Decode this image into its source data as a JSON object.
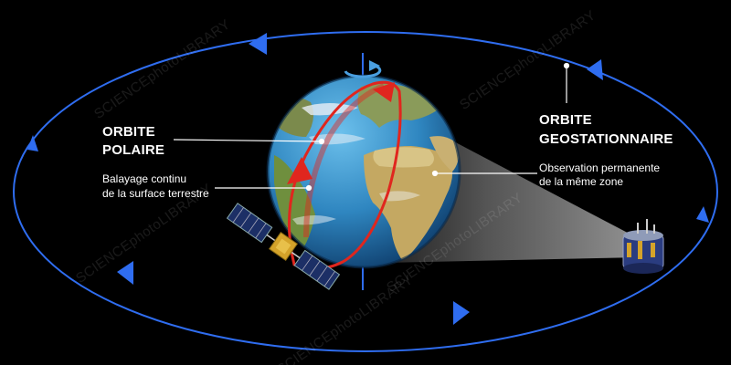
{
  "polar_orbit": {
    "title_line1": "ORBITE",
    "title_line2": "POLAIRE",
    "desc_line1": "Balayage continu",
    "desc_line2": "de la surface terrestre"
  },
  "geo_orbit": {
    "title_line1": "ORBITE",
    "title_line2": "GEOSTATIONNAIRE",
    "desc_line1": "Observation permanente",
    "desc_line2": "de la même zone"
  },
  "watermark": "SCIENCEphotoLIBRARY",
  "colors": {
    "background": "#000000",
    "geo_orbit": "#2f6df0",
    "polar_orbit": "#e0261e",
    "ocean": "#3a8dc4",
    "land": "#b8a468",
    "leader_lines": "#ffffff"
  },
  "icons": [
    "earth-globe",
    "rotation-arrow-icon",
    "polar-satellite-icon",
    "geostationary-satellite-icon"
  ]
}
